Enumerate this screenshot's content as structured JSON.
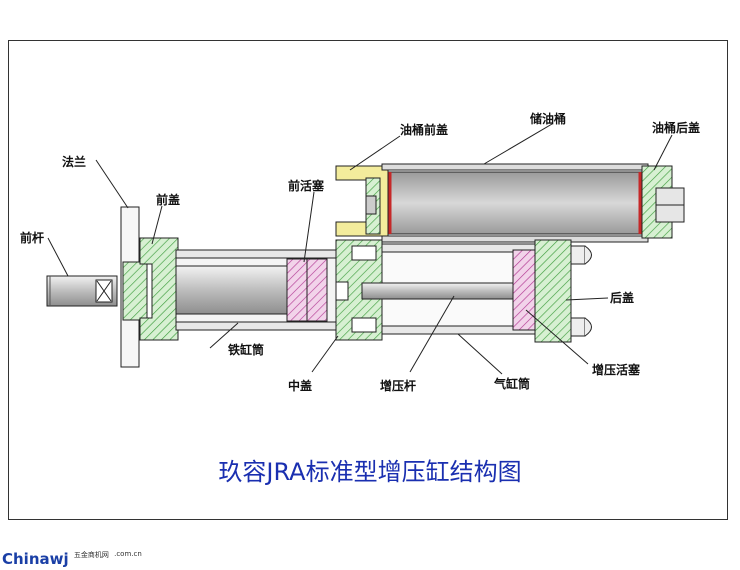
{
  "caption": "玖容JRA标准型增压缸结构图",
  "labels": {
    "flange": "法兰",
    "front_rod": "前杆",
    "front_cover": "前盖",
    "front_piston": "前活塞",
    "oil_barrel_front_cover": "油桶前盖",
    "oil_reservoir": "储油桶",
    "oil_barrel_rear_cover": "油桶后盖",
    "rear_cover": "后盖",
    "iron_cylinder": "铁缸筒",
    "middle_cover": "中盖",
    "booster_rod": "增压杆",
    "air_cylinder": "气缸筒",
    "booster_piston": "增压活塞"
  },
  "watermark": {
    "brand": "Chinawj",
    "small_top": "五金商机网",
    "small_bottom": ".com.cn"
  },
  "colors": {
    "hatch_green": "#4caf50",
    "hatch_pink": "#c0409a",
    "oil_yellow": "#f3ec9c",
    "caption_blue": "#1a2fb0",
    "red_line": "#c62828"
  }
}
